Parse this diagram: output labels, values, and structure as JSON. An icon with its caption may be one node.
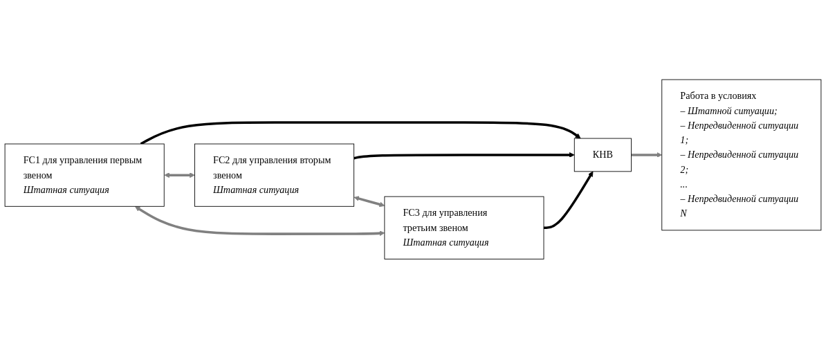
{
  "diagram": {
    "nodes": [
      {
        "text": [
          "FC1 для управления первым звеном",
          "Штатная ситуация"
        ]
      },
      {
        "text": [
          "FC2 для управления вторым звеном",
          "Штатная ситуация"
        ]
      },
      {
        "text": [
          "FC3 для управления третьим звеном",
          "Штатная ситуация"
        ]
      },
      {
        "text": [
          "КНВ"
        ]
      },
      {
        "text": [
          "Работа в условиях",
          "– Штатной ситуации;",
          "– Непредвиденной ситуации 1;",
          "– Непредвиденной ситуации 2;",
          "...",
          "– Непредвиденной ситуации N"
        ]
      }
    ],
    "edges": [
      {
        "from": 0,
        "to": 1,
        "arrow": "both"
      },
      {
        "from": 1,
        "to": 2,
        "arrow": "both"
      },
      {
        "from": 0,
        "to": 2,
        "arrow": "both"
      },
      {
        "from": 0,
        "to": 3,
        "arrow": "to",
        "color": "#000000"
      },
      {
        "from": 1,
        "to": 3,
        "arrow": "to",
        "color": "#000000"
      },
      {
        "from": 2,
        "to": 3,
        "arrow": "to",
        "color": "#000000"
      },
      {
        "from": 3,
        "to": 4,
        "arrow": "to"
      }
    ]
  }
}
